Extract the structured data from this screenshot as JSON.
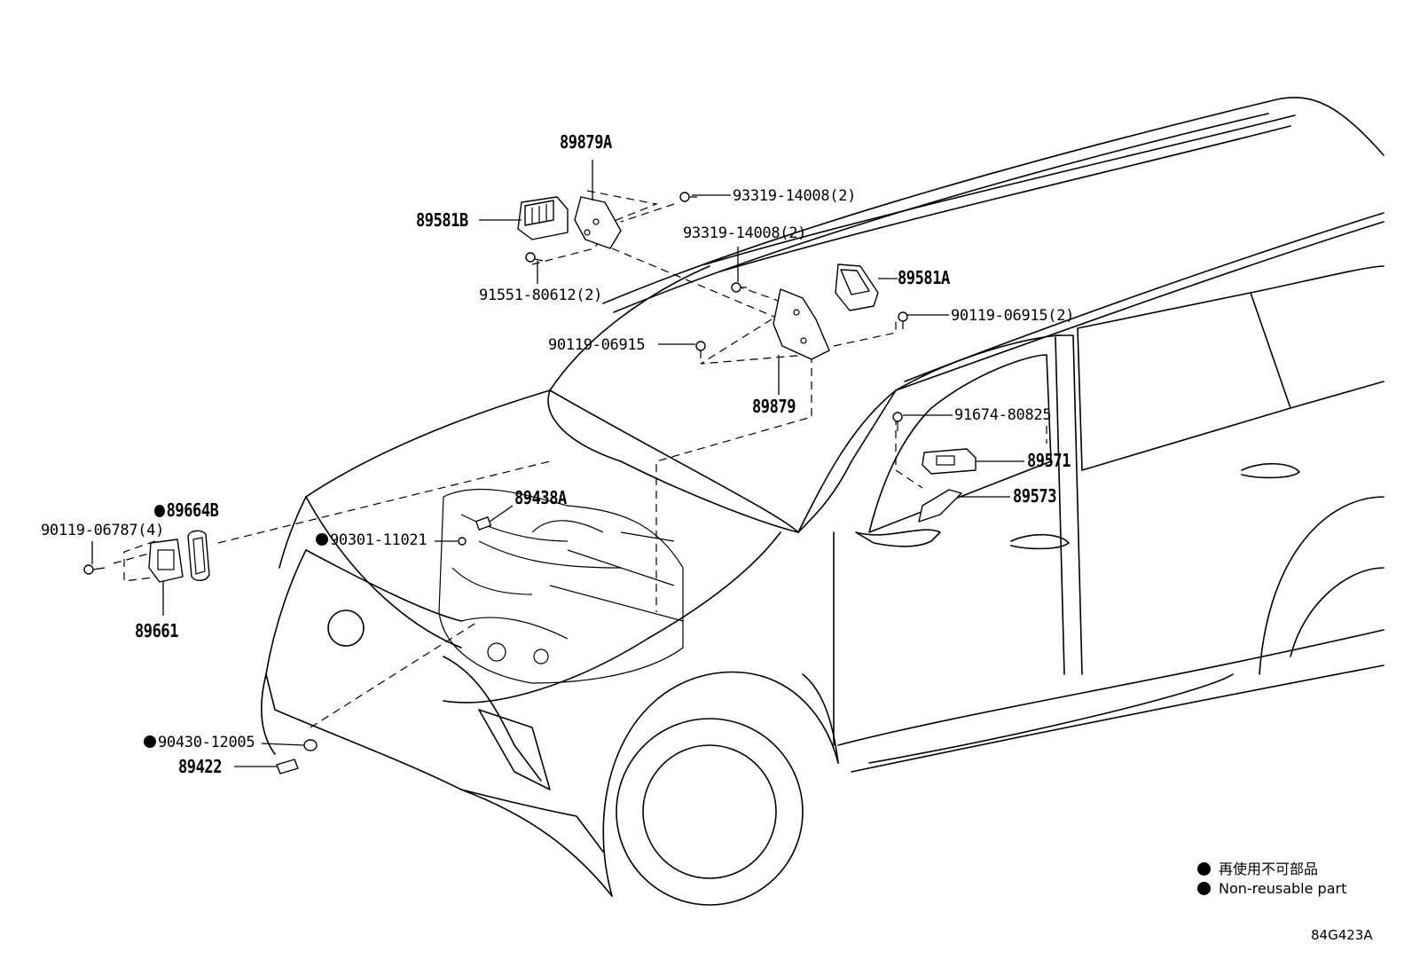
{
  "diagram_code": "84G423A",
  "legend": {
    "line1": "再使用不可部品",
    "line2": "Non-reusable part"
  },
  "parts": [
    {
      "id": "89879A",
      "label": "89879A",
      "non_reusable": false
    },
    {
      "id": "89581B",
      "label": "89581B",
      "non_reusable": false
    },
    {
      "id": "93319-14008-a",
      "label": "93319-14008(2)",
      "non_reusable": false
    },
    {
      "id": "93319-14008-b",
      "label": "93319-14008(2)",
      "non_reusable": false
    },
    {
      "id": "91551-80612",
      "label": "91551-80612(2)",
      "non_reusable": false
    },
    {
      "id": "89581A",
      "label": "89581A",
      "non_reusable": false
    },
    {
      "id": "90119-06915-a",
      "label": "90119-06915(2)",
      "non_reusable": false
    },
    {
      "id": "90119-06915-b",
      "label": "90119-06915",
      "non_reusable": false
    },
    {
      "id": "89879",
      "label": "89879",
      "non_reusable": false
    },
    {
      "id": "91674-80825",
      "label": "91674-80825",
      "non_reusable": false
    },
    {
      "id": "89571",
      "label": "89571",
      "non_reusable": false
    },
    {
      "id": "89573",
      "label": "89573",
      "non_reusable": false
    },
    {
      "id": "89438A",
      "label": "89438A",
      "non_reusable": false
    },
    {
      "id": "89664B",
      "label": "89664B",
      "non_reusable": true
    },
    {
      "id": "90119-06787",
      "label": "90119-06787(4)",
      "non_reusable": false
    },
    {
      "id": "90301-11021",
      "label": "90301-11021",
      "non_reusable": true
    },
    {
      "id": "89661",
      "label": "89661",
      "non_reusable": false
    },
    {
      "id": "90430-12005",
      "label": "90430-12005",
      "non_reusable": true
    },
    {
      "id": "89422",
      "label": "89422",
      "non_reusable": false
    }
  ]
}
